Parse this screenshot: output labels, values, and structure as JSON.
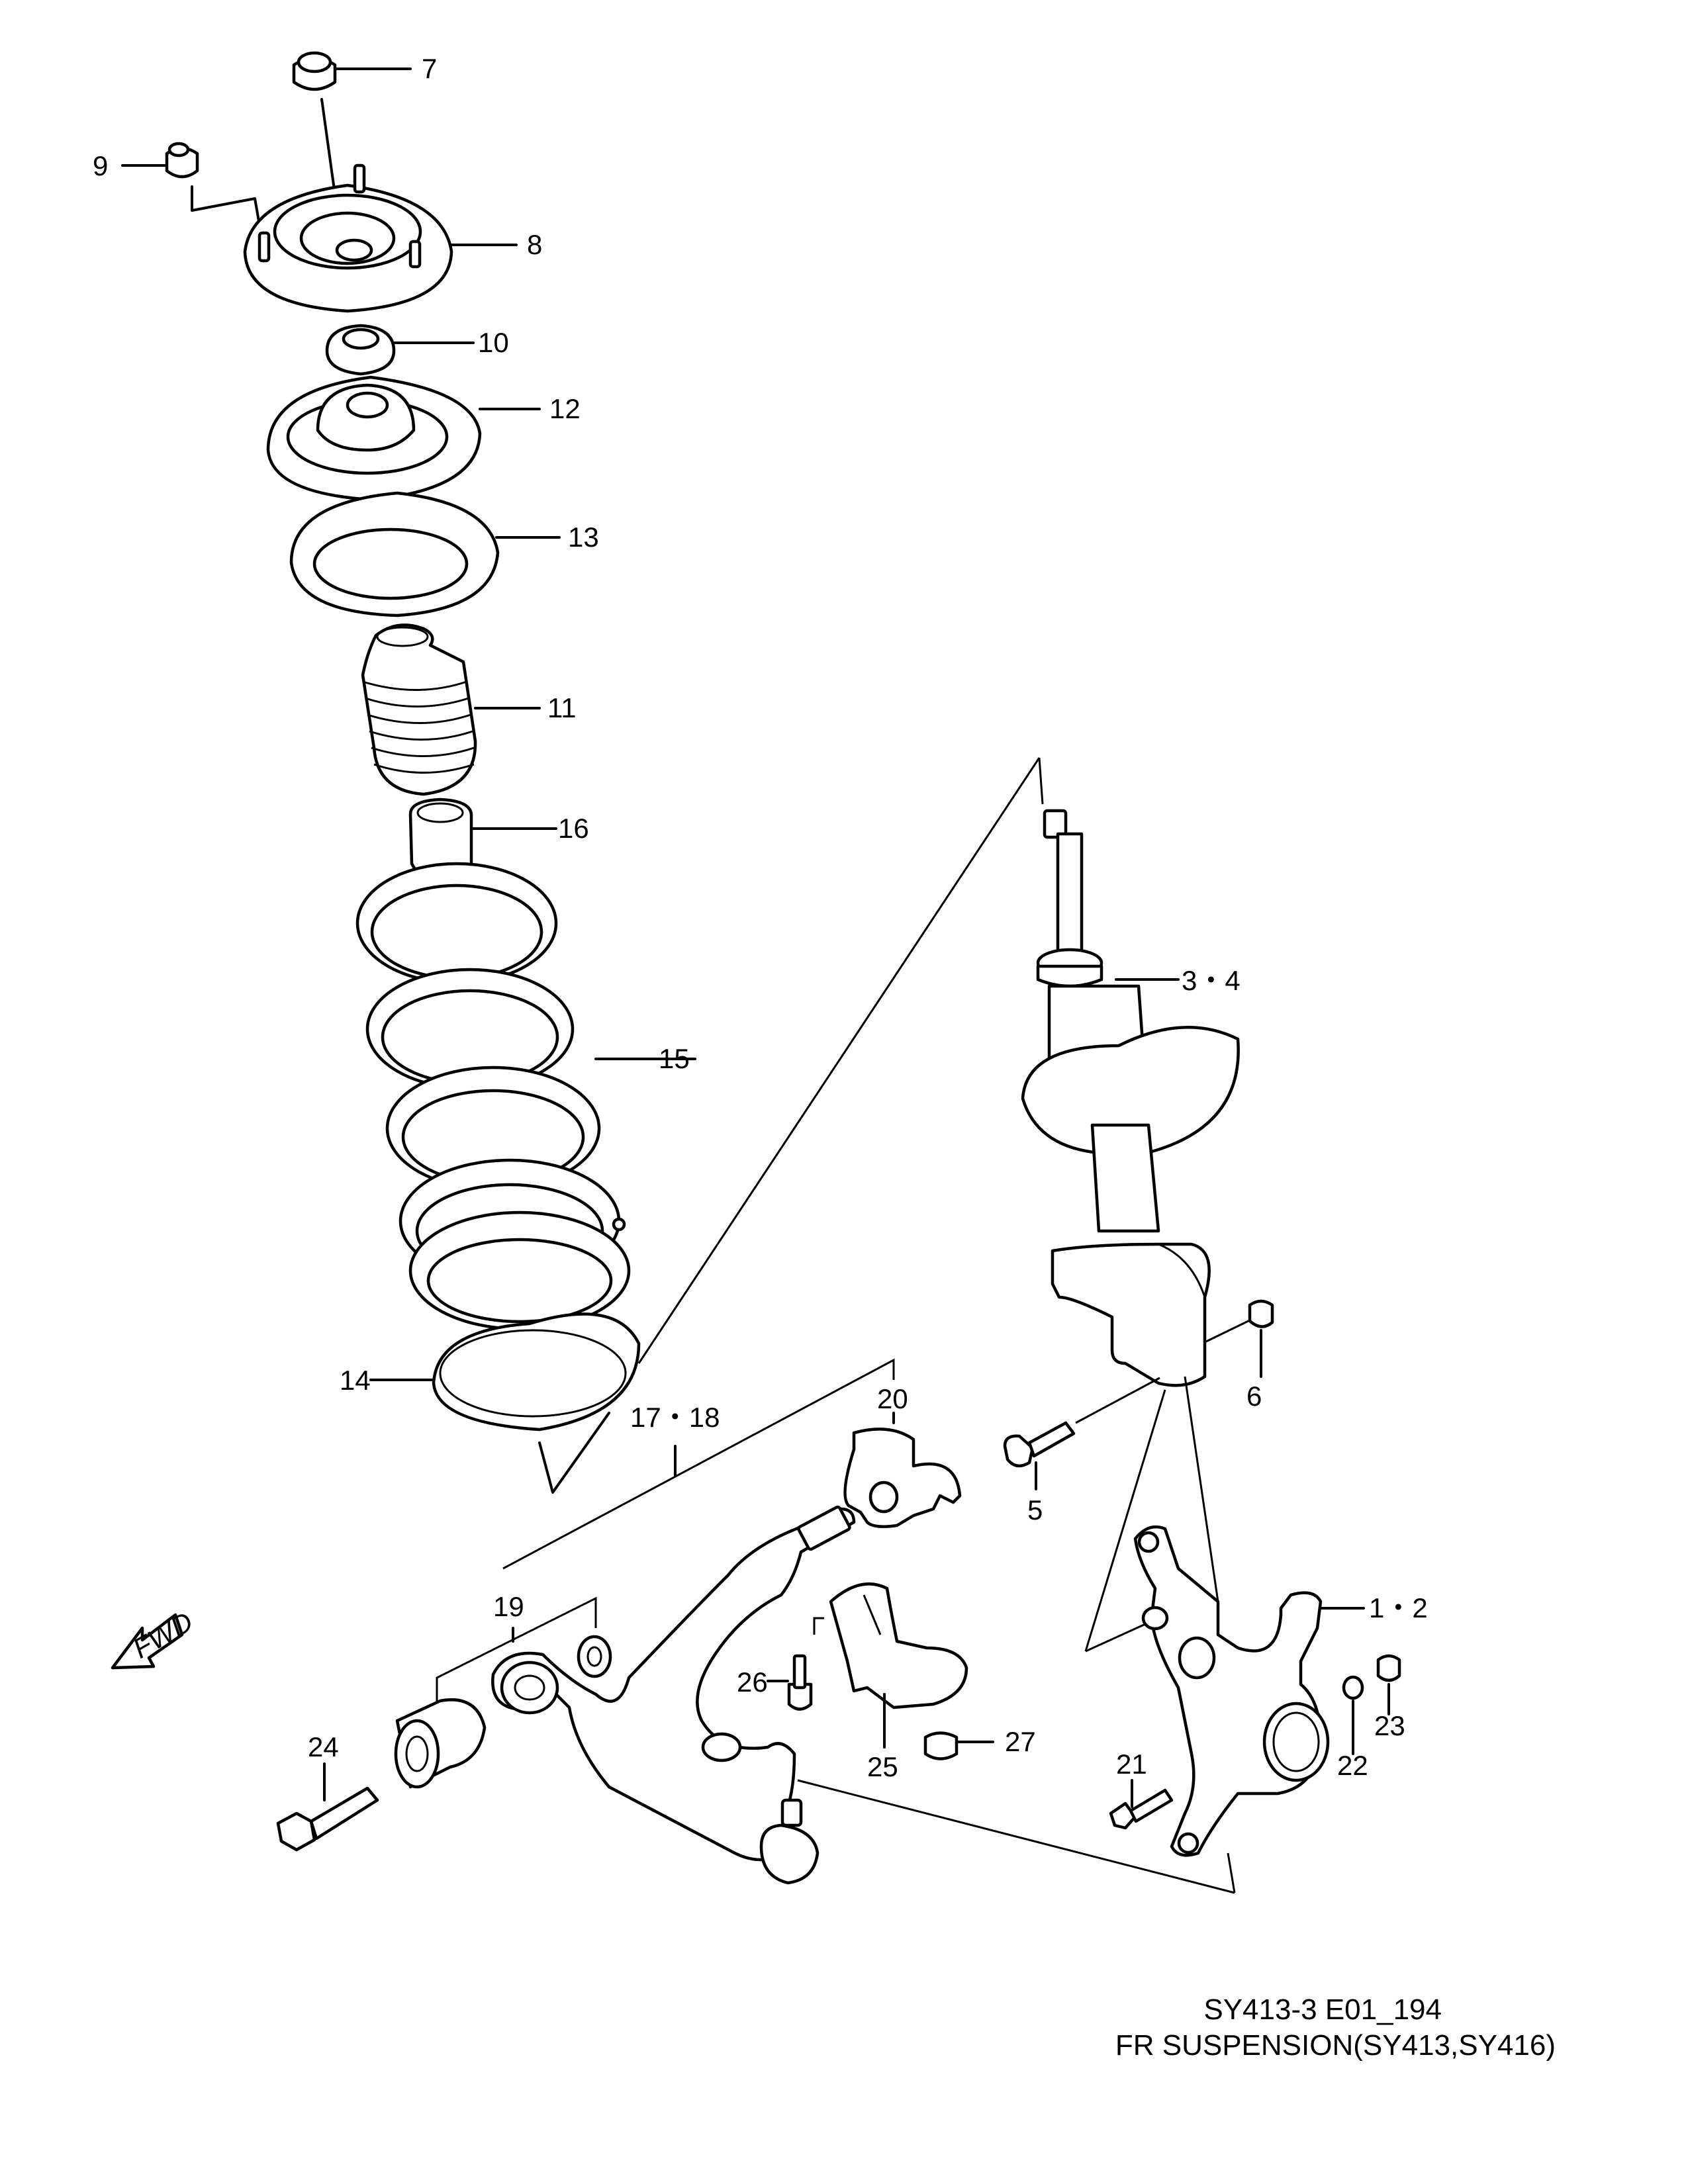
{
  "diagram": {
    "callouts": [
      {
        "id": "c7",
        "text": "7"
      },
      {
        "id": "c9",
        "text": "9"
      },
      {
        "id": "c8",
        "text": "8"
      },
      {
        "id": "c10",
        "text": "10"
      },
      {
        "id": "c12",
        "text": "12"
      },
      {
        "id": "c13",
        "text": "13"
      },
      {
        "id": "c11",
        "text": "11"
      },
      {
        "id": "c16",
        "text": "16"
      },
      {
        "id": "c15",
        "text": "15"
      },
      {
        "id": "c14",
        "text": "14"
      },
      {
        "id": "c34",
        "text": "3・4"
      },
      {
        "id": "c6",
        "text": "6"
      },
      {
        "id": "c5",
        "text": "5"
      },
      {
        "id": "c20",
        "text": "20"
      },
      {
        "id": "c1718",
        "text": "17・18"
      },
      {
        "id": "c19",
        "text": "19"
      },
      {
        "id": "c12b",
        "text": "1・2"
      },
      {
        "id": "c26",
        "text": "26"
      },
      {
        "id": "c25",
        "text": "25"
      },
      {
        "id": "c27",
        "text": "27"
      },
      {
        "id": "c24",
        "text": "24"
      },
      {
        "id": "c21",
        "text": "21"
      },
      {
        "id": "c22",
        "text": "22"
      },
      {
        "id": "c23",
        "text": "23"
      }
    ],
    "fwd_label": "FWD"
  },
  "footer": {
    "code": "SY413-3 E01_194",
    "title": "FR SUSPENSION(SY413,SY416)"
  }
}
